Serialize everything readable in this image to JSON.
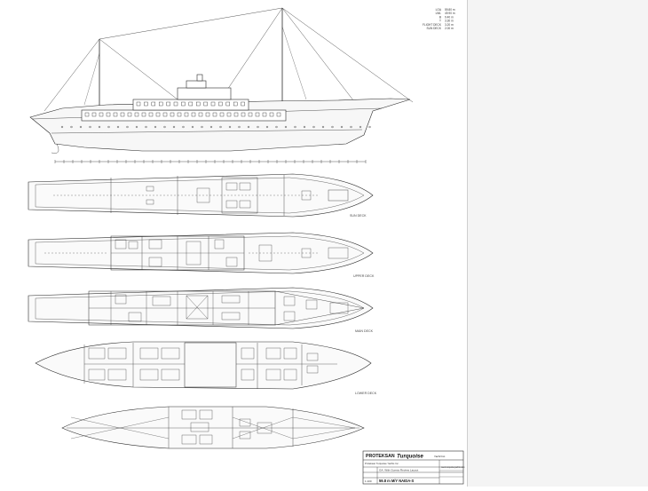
{
  "drawing": {
    "deck_labels": {
      "sun": "SUN DECK",
      "upper": "UPPER DECK",
      "main": "MAIN DECK",
      "lower": "LOWER DECK"
    },
    "spec_table": [
      {
        "key": "LOA",
        "value": "59.80 m"
      },
      {
        "key": "LWL",
        "value": "49.90 m"
      },
      {
        "key": "B",
        "value": "9.40 m"
      },
      {
        "key": "T",
        "value": "3.30 m"
      },
      {
        "key": "FLIGHT DECK",
        "value": "3.20 m"
      },
      {
        "key": "SUN DECK",
        "value": "2.00 m"
      }
    ],
    "title_block": {
      "company": "PROTEKSAN",
      "brand": "Turquoise",
      "brand_tag": "Yacht Inc.",
      "address": "Proteksan Turquoise Yachts Inc.",
      "project_title": "59.8 m M/Y NAIDA-S",
      "drawing_title": "GA: With Guests Review Layout",
      "scale": "1:100",
      "contact": "www.turquoiseyachts.com"
    }
  },
  "colors": {
    "line": "#2b2b2b",
    "hull_fill": "#f7f7f7",
    "fine_line": "#7a7a7a"
  }
}
